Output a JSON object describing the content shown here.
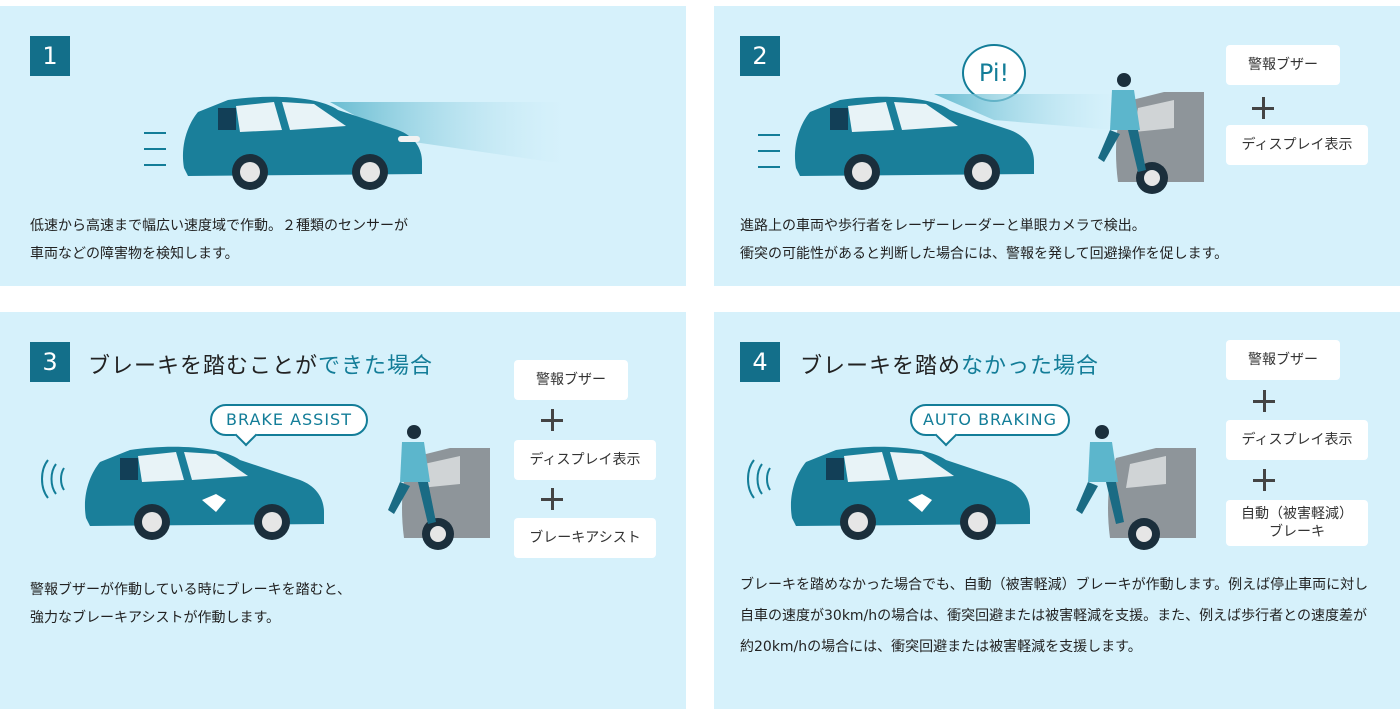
{
  "colors": {
    "panel_bg": "#d6f1fb",
    "accent": "#136f8a",
    "car_body": "#1a7f9a",
    "highlight_text": "#137d98"
  },
  "panels": [
    {
      "number": "1",
      "description": [
        "低速から高速まで幅広い速度域で作動。２種類のセンサーが",
        "車両などの障害物を検知します。"
      ]
    },
    {
      "number": "2",
      "bubble": "Pi!",
      "chips": [
        "警報ブザー",
        "ディスプレイ表示"
      ],
      "description": [
        "進路上の車両や歩行者をレーザーレーダーと単眼カメラで検出。",
        "衝突の可能性があると判断した場合には、警報を発して回避操作を促します。"
      ]
    },
    {
      "number": "3",
      "heading_prefix": "ブレーキを踏むことが",
      "heading_highlight": "できた場合",
      "bubble": "BRAKE ASSIST",
      "chips": [
        "警報ブザー",
        "ディスプレイ表示",
        "ブレーキアシスト"
      ],
      "description": [
        "警報ブザーが作動している時にブレーキを踏むと、",
        "強力なブレーキアシストが作動します。"
      ]
    },
    {
      "number": "4",
      "heading_prefix": "ブレーキを踏め",
      "heading_highlight": "なかった場合",
      "bubble": "AUTO BRAKING",
      "chips": [
        "警報ブザー",
        "ディスプレイ表示",
        "自動（被害軽減）\nブレーキ"
      ],
      "description": "ブレーキを踏めなかった場合でも、自動（被害軽減）ブレーキが作動します。例えば停止車両に対し自車の速度が30km/hの場合は、衝突回避または被害軽減を支援。また、例えば歩行者との速度差が約20km/hの場合には、衝突回避または被害軽減を支援します。"
    }
  ]
}
